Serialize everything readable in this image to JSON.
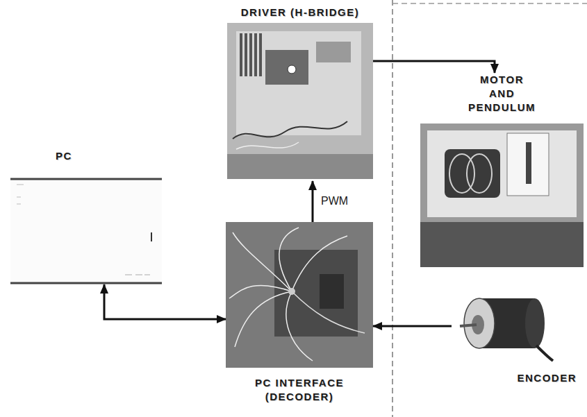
{
  "diagram": {
    "nodes": [
      {
        "text": [
          "DRIVER (H-BRIDGE)"
        ]
      },
      {
        "text": [
          "MOTOR AND PENDULUM"
        ]
      },
      {
        "text": [
          "PC"
        ]
      },
      {
        "text": [
          "PC INTERFACE (DECODER)"
        ]
      },
      {
        "text": [
          "ENCODER"
        ]
      }
    ],
    "edges": [
      {
        "from": 3,
        "to": 0,
        "arrow": "to",
        "label": "PWM"
      },
      {
        "from": 0,
        "to": 1,
        "arrow": "to"
      },
      {
        "from": 2,
        "to": 3,
        "arrow": "both"
      },
      {
        "from": 4,
        "to": 3,
        "arrow": "to"
      }
    ]
  }
}
